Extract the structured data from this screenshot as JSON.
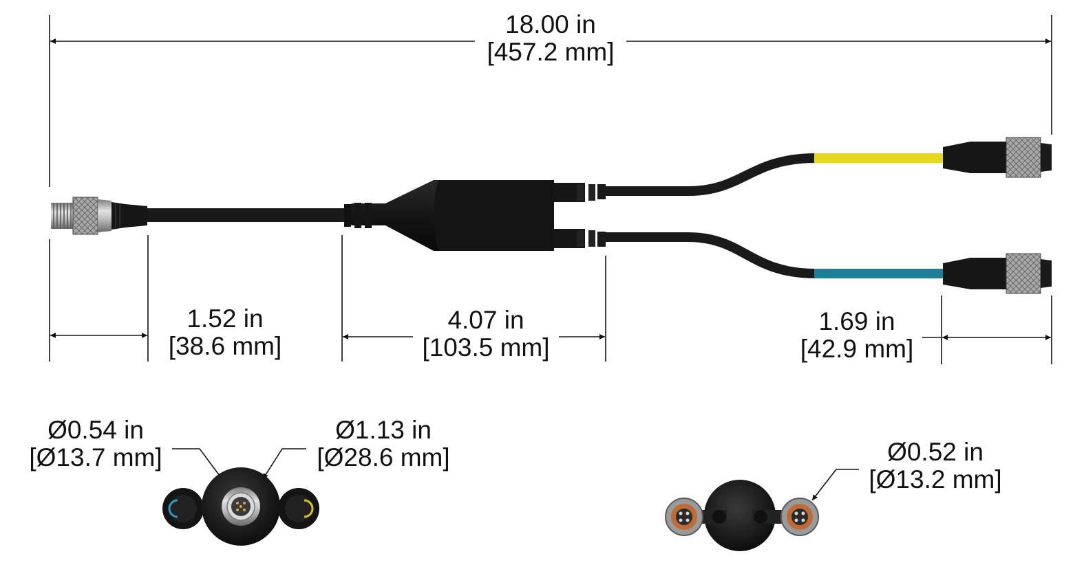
{
  "dimensions": {
    "overall": {
      "in": "18.00 in",
      "mm": "[457.2 mm]"
    },
    "connector": {
      "in": "1.52 in",
      "mm": "[38.6 mm]"
    },
    "splitter": {
      "in": "4.07 in",
      "mm": "[103.5 mm]"
    },
    "end": {
      "in": "1.69 in",
      "mm": "[42.9 mm]"
    },
    "dia_connector": {
      "in": "Ø0.54 in",
      "mm": "[Ø13.7 mm]"
    },
    "dia_splitter": {
      "in": "Ø1.13 in",
      "mm": "[Ø28.6 mm]"
    },
    "dia_end": {
      "in": "Ø0.52 in",
      "mm": "[Ø13.2 mm]"
    }
  },
  "colors": {
    "cable": "#1a1a1a",
    "yellow_leg": "#e6d91c",
    "blue_leg": "#1f7d96",
    "nickel": "#b9b9b9",
    "copper": "#c06a35",
    "dimension_line": "#111111"
  }
}
